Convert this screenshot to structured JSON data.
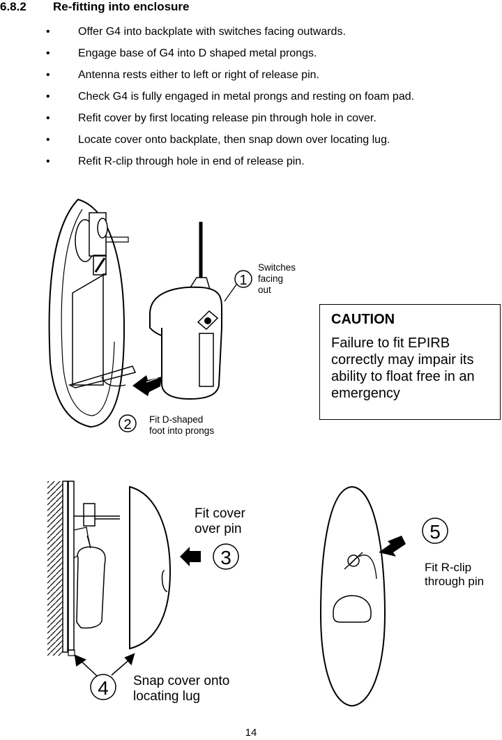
{
  "section": {
    "number": "6.8.2",
    "title": "Re-fitting into enclosure"
  },
  "bullet_symbol": "•",
  "bullets": [
    "Offer G4 into backplate with switches facing outwards.",
    "Engage base of G4 into D shaped metal prongs.",
    "Antenna rests either to left or right of release pin.",
    "Check G4 is fully engaged in metal prongs and resting on foam pad.",
    "Refit cover by first locating release pin through hole in cover.",
    "Locate cover onto backplate, then snap down over locating lug.",
    "Refit R-clip through hole in end of release pin."
  ],
  "figure": {
    "steps": [
      {
        "number": "1",
        "label": "Switches\nfacing\nout"
      },
      {
        "number": "2",
        "label": "Fit D-shaped\nfoot into prongs"
      },
      {
        "number": "3",
        "label": "Fit cover\nover pin"
      },
      {
        "number": "4",
        "label": "Snap cover onto\nlocating lug"
      },
      {
        "number": "5",
        "label": "Fit R-clip\nthrough pin"
      }
    ]
  },
  "caution": {
    "title": "CAUTION",
    "text": "Failure to fit EPIRB correctly may impair its ability to float free in an emergency"
  },
  "page_number": "14"
}
